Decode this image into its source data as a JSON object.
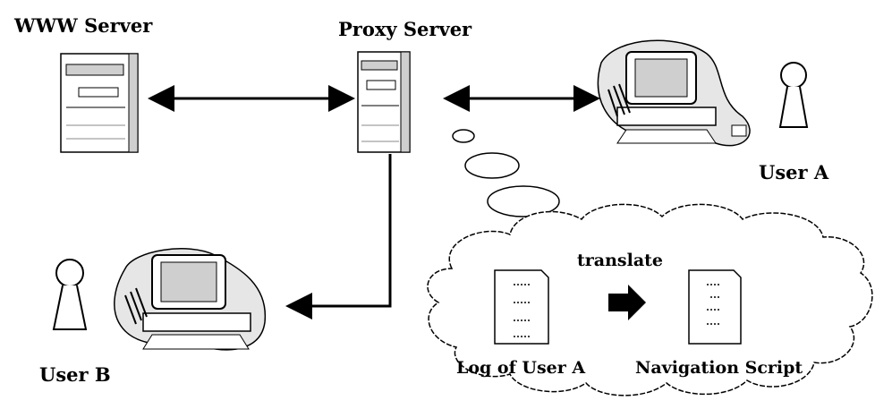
{
  "nodes": {
    "www_server": {
      "label": "WWW Server"
    },
    "proxy_server": {
      "label": "Proxy Server"
    },
    "user_a": {
      "label": "User A"
    },
    "user_b": {
      "label": "User B"
    }
  },
  "cloud": {
    "translate_label": "translate",
    "log_label": "Log of User A",
    "script_label": "Navigation Script"
  },
  "colors": {
    "line": "#000000",
    "fill": "#ffffff",
    "shade": "#cfcfcf"
  }
}
